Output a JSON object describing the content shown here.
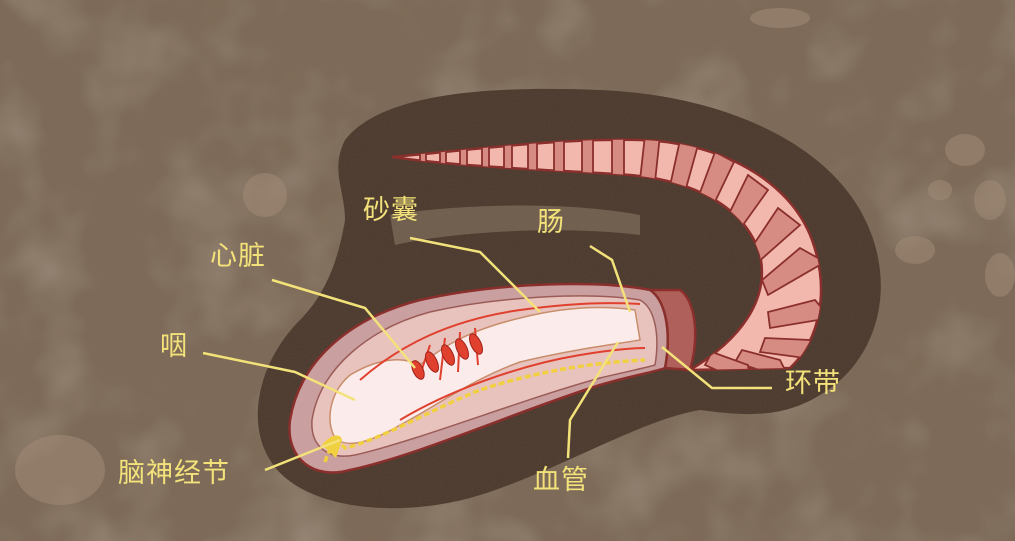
{
  "diagram": {
    "subject": "earthworm internal anatomy in burrow",
    "colors": {
      "soil": "#7d6a58",
      "burrow": "#4a372b",
      "skin_light": "#f2b8ae",
      "skin_dark": "#d68c82",
      "outline": "#8a2f2c",
      "label": "#f3e27a",
      "blood_vessel": "#e0402e",
      "nerve": "#f1d040"
    },
    "labels": {
      "gizzard": "砂囊",
      "intestine": "肠",
      "heart": "心脏",
      "pharynx": "咽",
      "clitellum": "环带",
      "cerebral_ganglion": "脑神经节",
      "blood_vessel": "血管"
    }
  }
}
